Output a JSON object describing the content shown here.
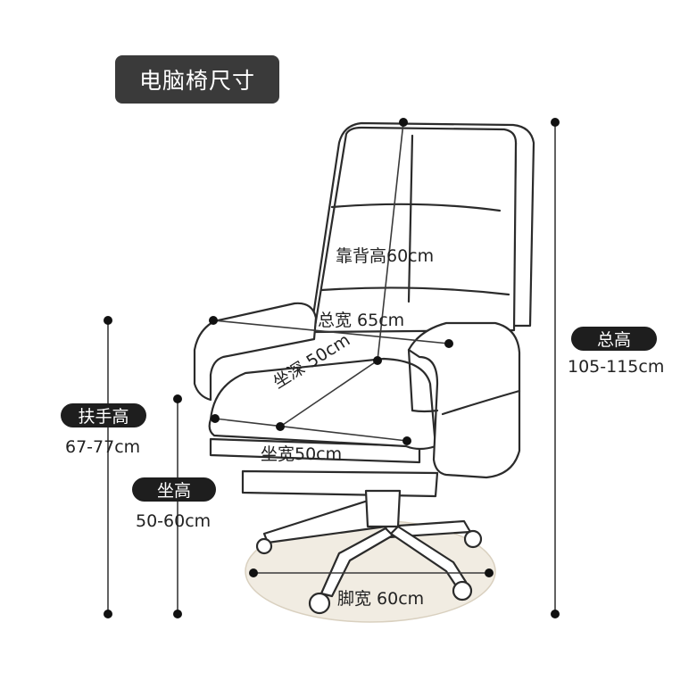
{
  "title": "电脑椅尺寸",
  "colors": {
    "line": "#2b2b2b",
    "badge": "#3a3a3a",
    "pill": "#1e1e1e",
    "floor": "#f1ece2",
    "floor_edge": "#d9d0bf"
  },
  "dimensions": {
    "backrest_height": "靠背高60cm",
    "total_width": "总宽 65cm",
    "seat_depth": "坐深 50cm",
    "seat_width": "坐宽50cm",
    "base_width": "脚宽 60cm",
    "total_height": {
      "label": "总高",
      "value": "105-115cm"
    },
    "armrest_height": {
      "label": "扶手高",
      "value": "67-77cm"
    },
    "seat_height": {
      "label": "坐高",
      "value": "50-60cm"
    }
  }
}
